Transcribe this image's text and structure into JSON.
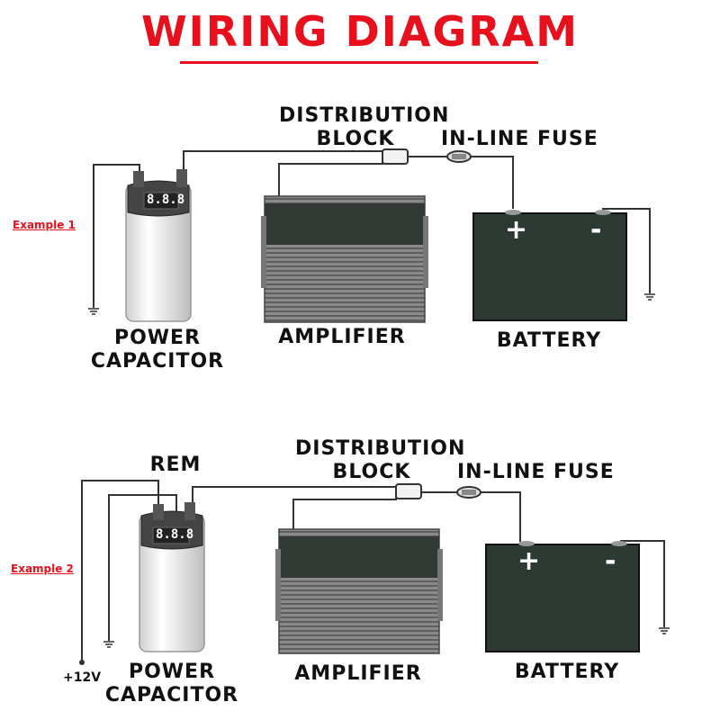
{
  "title": "WIRING DIAGRAM",
  "example1": {
    "label": "Example 1",
    "distribution_block": [
      "DISTRIBUTION",
      "BLOCK"
    ],
    "inline_fuse": "IN-LINE FUSE",
    "capacitor": [
      "POWER",
      "CAPACITOR"
    ],
    "amplifier": "AMPLIFIER",
    "battery": "BATTERY",
    "plus": "+",
    "minus": "-",
    "display": "8.8.8"
  },
  "example2": {
    "label": "Example 2",
    "rem": "REM",
    "distribution_block": [
      "DISTRIBUTION",
      "BLOCK"
    ],
    "inline_fuse": "IN-LINE FUSE",
    "capacitor": [
      "POWER",
      "CAPACITOR"
    ],
    "amplifier": "AMPLIFIER",
    "battery": "BATTERY",
    "plus": "+",
    "minus": "-",
    "display": "8.8.8",
    "voltage": "+12V"
  }
}
